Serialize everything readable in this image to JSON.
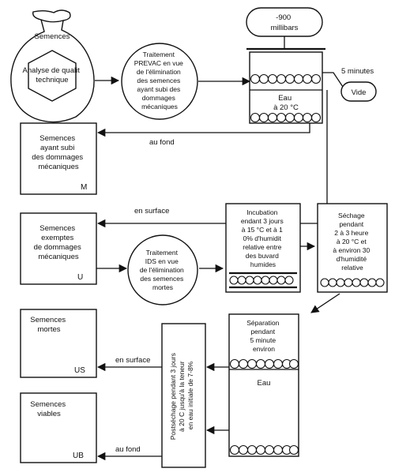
{
  "sack": {
    "title": "Semences",
    "inner": [
      "Analyse de qualit",
      "technique"
    ]
  },
  "prevac": [
    "Traitement",
    "PREVAC en vue",
    "de l'élimination",
    "des semences",
    "ayant subi des",
    "dommages",
    "mécaniques"
  ],
  "pressure": [
    "-900",
    "millibars"
  ],
  "vacuum": {
    "time": "5 minutes",
    "pump": "Vide"
  },
  "water_tank": [
    "Eau",
    "à 20 °C"
  ],
  "au_fond_1": "au fond",
  "damaged_box": {
    "lines": [
      "Semences",
      "ayant subi",
      "des dommages",
      "mécaniques"
    ],
    "code": "M"
  },
  "en_surface_1": "en surface",
  "undamaged_box": {
    "lines": [
      "Semences",
      "exemptes",
      "de dommages",
      "mécaniques"
    ],
    "code": "U"
  },
  "ids": [
    "Traitement",
    "IDS en vue",
    "de l'élimination",
    "des semences",
    "mortes"
  ],
  "incubation": [
    "Incubation",
    "endant 3 jours",
    "à 15 °C et à 1",
    "0% d'humidit",
    "relative entre",
    "des buvard",
    "humides"
  ],
  "drying": [
    "Séchage",
    "pendant",
    "2 à 3 heure",
    "à 20 °C et",
    "à environ 30",
    "d'humidité",
    "relative"
  ],
  "separation": {
    "lines": [
      "Séparation",
      "pendant",
      "5 minute",
      "environ"
    ],
    "water": "Eau"
  },
  "post_drying": [
    "Postséchage pendant 3 jours",
    "à 20 C jusqu'à la teneur",
    "en eau initiale de 7-8%"
  ],
  "en_surface_2": "en surface",
  "au_fond_2": "au fond",
  "dead_box": {
    "lines": [
      "Semences",
      "mortes"
    ],
    "code": "US"
  },
  "viable_box": {
    "lines": [
      "Semences",
      "viables"
    ],
    "code": "UB"
  }
}
